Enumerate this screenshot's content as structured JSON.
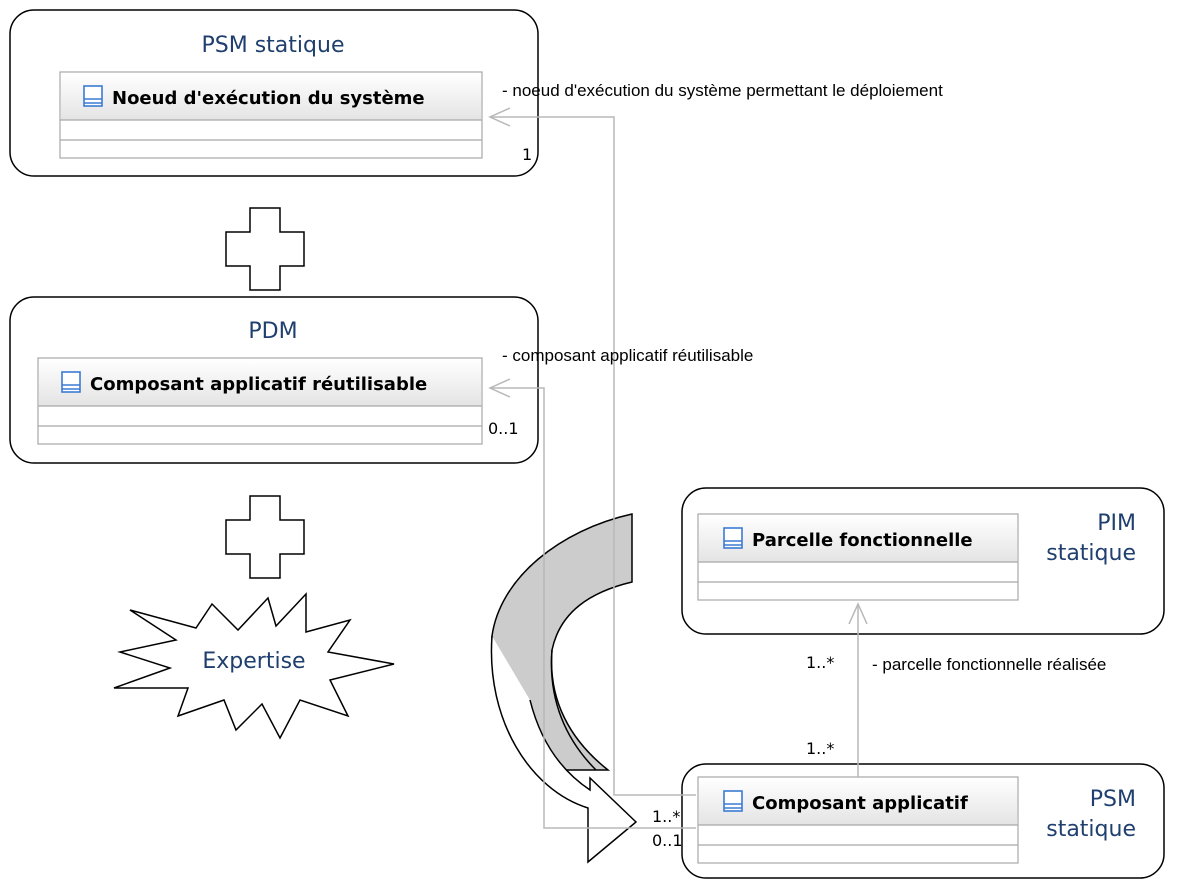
{
  "packages": {
    "psm_top": {
      "title": "PSM statique",
      "class_name": "Noeud d'exécution du système"
    },
    "pdm": {
      "title": "PDM",
      "class_name": "Composant applicatif réutilisable"
    },
    "pim": {
      "title_line1": "PIM",
      "title_line2": "statique",
      "class_name": "Parcelle fonctionnelle"
    },
    "psm_bottom": {
      "title_line1": "PSM",
      "title_line2": "statique",
      "class_name": "Composant applicatif"
    }
  },
  "expertise_label": "Expertise",
  "associations": {
    "noeud": {
      "role": "- noeud d'exécution du système permettant le déploiement",
      "target_mult": "1",
      "source_mult": "1..*"
    },
    "reutilisable": {
      "role": "- composant applicatif réutilisable",
      "target_mult": "0..1",
      "source_mult": "0..1"
    },
    "parcelle": {
      "role": "- parcelle fonctionnelle réalisée",
      "target_mult": "1..*",
      "source_mult": "1..*"
    }
  },
  "colors": {
    "title": "#1f3f6e",
    "class_icon": "#3b7bd4",
    "connector": "#b8b8b8",
    "big_arrow_fill": "#cccccc"
  }
}
